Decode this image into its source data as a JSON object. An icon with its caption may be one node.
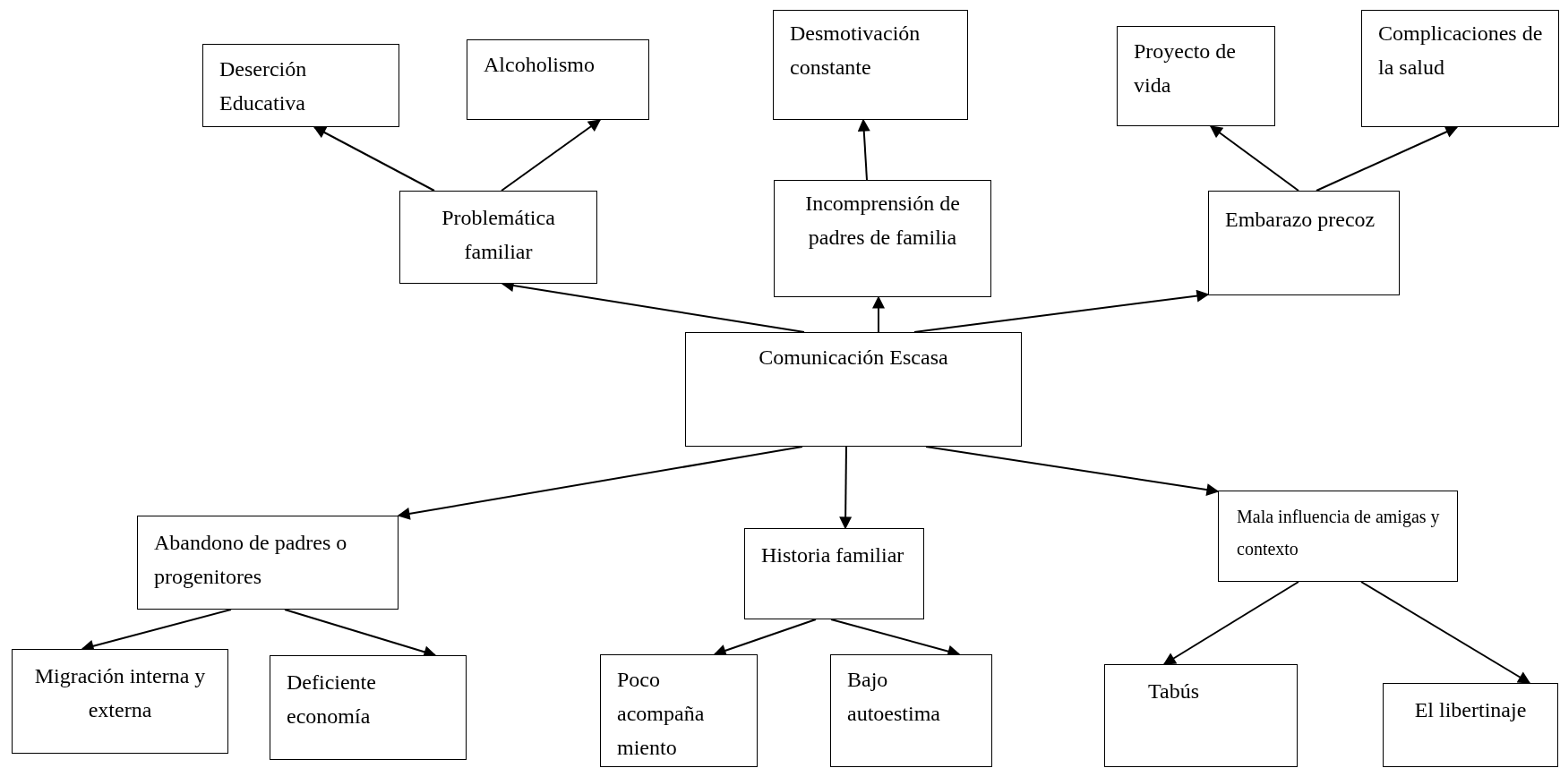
{
  "diagram": {
    "nodes": [
      {
        "text": [
          "Comunicación Escasa"
        ]
      },
      {
        "text": [
          "Problemática familiar"
        ]
      },
      {
        "text": [
          "Deserción Educativa"
        ]
      },
      {
        "text": [
          "Alcoholismo"
        ]
      },
      {
        "text": [
          "Incomprensión de padres de familia"
        ]
      },
      {
        "text": [
          "Desmotivación constante"
        ]
      },
      {
        "text": [
          "Embarazo precoz"
        ]
      },
      {
        "text": [
          "Proyecto de vida"
        ]
      },
      {
        "text": [
          "Complicaciones de la salud"
        ]
      },
      {
        "text": [
          "Abandono de padres o progenitores"
        ]
      },
      {
        "text": [
          "Migración interna y externa"
        ]
      },
      {
        "text": [
          "Deficiente economía"
        ]
      },
      {
        "text": [
          "Historia familiar"
        ]
      },
      {
        "text": [
          "Poco acompaña miento"
        ]
      },
      {
        "text": [
          "Bajo autoestima"
        ]
      },
      {
        "text": [
          "Mala  influencia de amigas y contexto"
        ]
      },
      {
        "text": [
          "Tabús"
        ]
      },
      {
        "text": [
          "El libertinaje"
        ]
      }
    ],
    "edges": [
      {
        "from": 0,
        "to": 1,
        "arrow": "to"
      },
      {
        "from": 0,
        "to": 4,
        "arrow": "to"
      },
      {
        "from": 0,
        "to": 6,
        "arrow": "to"
      },
      {
        "from": 1,
        "to": 2,
        "arrow": "to"
      },
      {
        "from": 1,
        "to": 3,
        "arrow": "to"
      },
      {
        "from": 4,
        "to": 5,
        "arrow": "to"
      },
      {
        "from": 6,
        "to": 7,
        "arrow": "to"
      },
      {
        "from": 6,
        "to": 8,
        "arrow": "to"
      },
      {
        "from": 0,
        "to": 9,
        "arrow": "to"
      },
      {
        "from": 0,
        "to": 12,
        "arrow": "to"
      },
      {
        "from": 0,
        "to": 15,
        "arrow": "to"
      },
      {
        "from": 9,
        "to": 10,
        "arrow": "to"
      },
      {
        "from": 9,
        "to": 11,
        "arrow": "to"
      },
      {
        "from": 12,
        "to": 13,
        "arrow": "to"
      },
      {
        "from": 12,
        "to": 14,
        "arrow": "to"
      },
      {
        "from": 15,
        "to": 16,
        "arrow": "to"
      },
      {
        "from": 15,
        "to": 17,
        "arrow": "to"
      }
    ]
  }
}
